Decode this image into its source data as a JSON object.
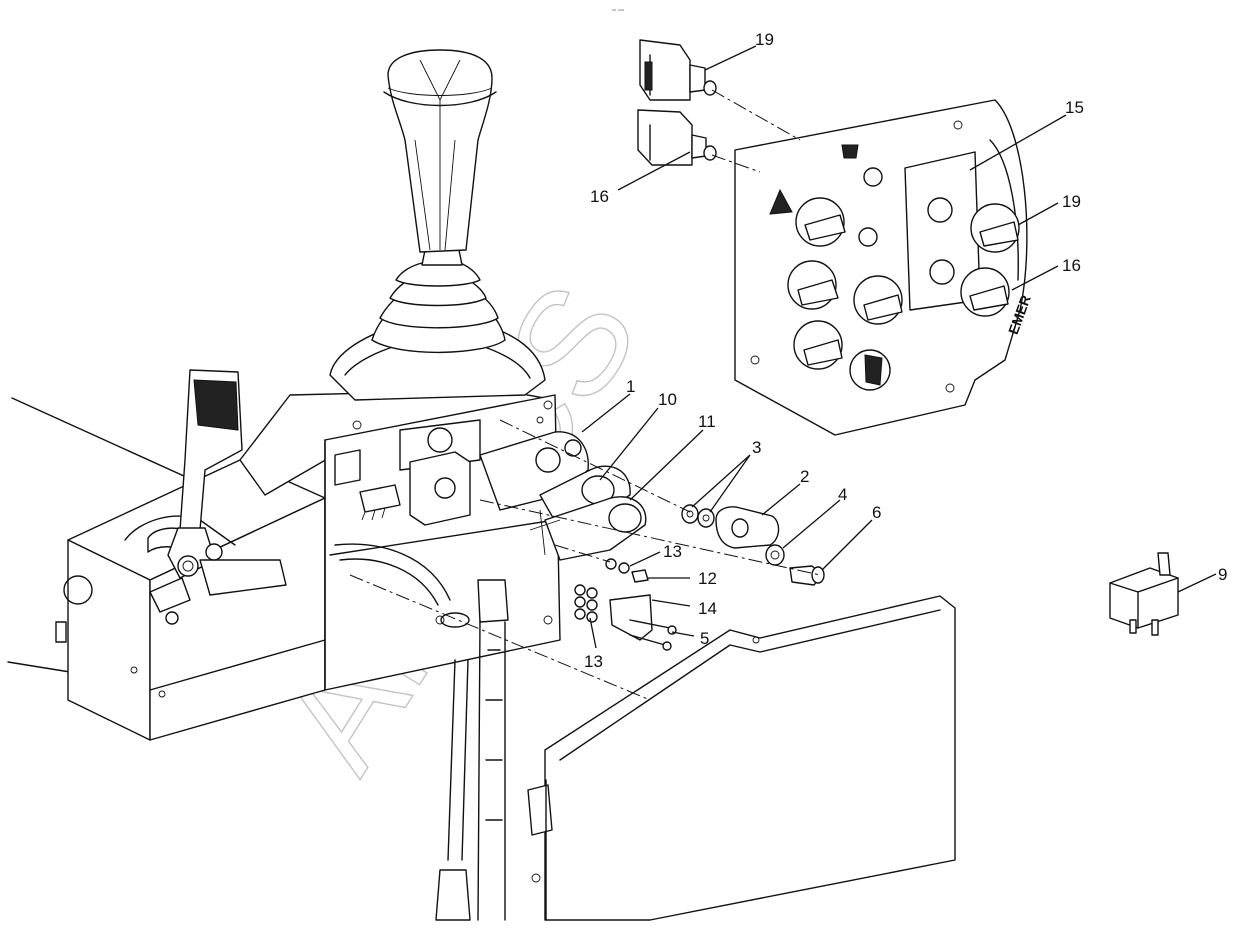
{
  "header_mark": "▫▫ ▫▫▫",
  "panel_text": "EMER",
  "watermark": "APMCS",
  "callouts": [
    {
      "id": "c19a",
      "text": "19"
    },
    {
      "id": "c16a",
      "text": "16"
    },
    {
      "id": "c15",
      "text": "15"
    },
    {
      "id": "c19b",
      "text": "19"
    },
    {
      "id": "c16b",
      "text": "16"
    },
    {
      "id": "c1",
      "text": "1"
    },
    {
      "id": "c10",
      "text": "10"
    },
    {
      "id": "c11",
      "text": "11"
    },
    {
      "id": "c3",
      "text": "3"
    },
    {
      "id": "c2",
      "text": "2"
    },
    {
      "id": "c4",
      "text": "4"
    },
    {
      "id": "c6",
      "text": "6"
    },
    {
      "id": "c13a",
      "text": "13"
    },
    {
      "id": "c12",
      "text": "12"
    },
    {
      "id": "c14",
      "text": "14"
    },
    {
      "id": "c5",
      "text": "5"
    },
    {
      "id": "c13b",
      "text": "13"
    },
    {
      "id": "c9",
      "text": "9"
    }
  ]
}
